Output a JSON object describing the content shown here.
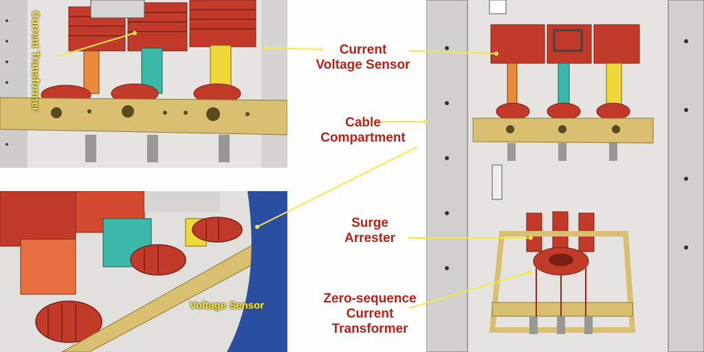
{
  "labels": {
    "current_voltage_sensor": [
      "Current",
      "Voltage Sensor"
    ],
    "cable_compartment": [
      "Cable",
      "Compartment"
    ],
    "surge_arrester": [
      "Surge",
      "Arrester"
    ],
    "zero_sequence_ct": [
      "Zero-sequence",
      "Current",
      "Transformer"
    ],
    "current_transformer_vertical": "Current Transformer",
    "voltage_sensor_inset": "Voltage Sensor"
  },
  "colors": {
    "label_red": "#b5221c",
    "leader_yellow": "#f2e84a",
    "busbar_gold": "#d9c070",
    "insulator_red": "#c23a2a",
    "phase_orange": "#ea8a3a",
    "phase_teal": "#3ab8a8",
    "phase_yellow": "#f0d838"
  }
}
